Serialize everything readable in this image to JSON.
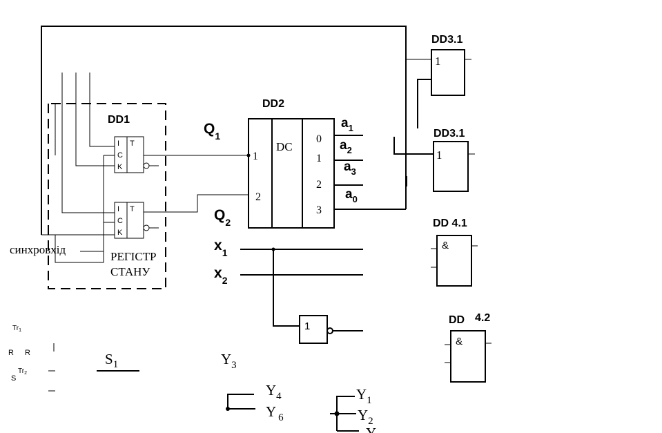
{
  "labels": {
    "dd1": "DD1",
    "dd2": "DD2",
    "dd3_1_top": "DD3.1",
    "dd3_1_bottom": "DD3.1",
    "dd4_1": "DD 4.1",
    "dd4_2_dd": "DD",
    "dd4_2_num": "4.2",
    "q1": "Q",
    "q1_sub": "1",
    "q2": "Q",
    "q2_sub": "2",
    "x1": "x",
    "x1_sub": "1",
    "x2": "x",
    "x2_sub": "2",
    "sync_input": "синхровхід",
    "register_line1": "РЕГІСТР",
    "register_line2": "СТАНУ"
  },
  "ff": {
    "i": "I",
    "c": "C",
    "k": "K",
    "t": "T"
  },
  "decoder": {
    "title": "DC",
    "in1": "1",
    "in2": "2",
    "out0": "0",
    "out1": "1",
    "out2": "2",
    "out3": "3",
    "a1": "a",
    "a1_sub": "1",
    "a2": "a",
    "a2_sub": "2",
    "a3": "a",
    "a3_sub": "3",
    "a0": "a",
    "a0_sub": "0"
  },
  "gates": {
    "or_top": "1",
    "or_bottom": "1",
    "and1": "&",
    "and2": "&",
    "inverter": "1"
  },
  "bottom": {
    "tr1": "Tr",
    "tr1_sub": "1",
    "r1": "R",
    "r2": "R",
    "s": "S",
    "tr2": "Tr",
    "tr2_sub": "2",
    "s1": "S",
    "s1_sub": "1",
    "y3": "Y",
    "y3_sub": "3",
    "y4": "Y",
    "y4_sub": "4",
    "y6": "Y",
    "y6_sub": "6",
    "y1": "Y",
    "y1_sub": "1",
    "y2": "Y",
    "y2_sub": "2",
    "y_cut": "Y"
  }
}
